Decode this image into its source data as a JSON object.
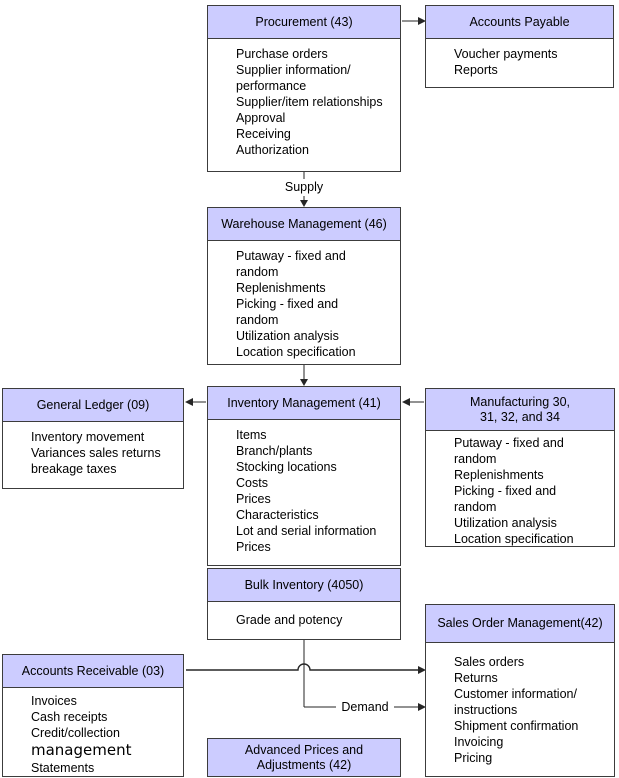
{
  "colors": {
    "background": "#ffffff",
    "text": "#000000",
    "border": "#3c3c3c",
    "line": "#262626",
    "header_fill": "#ccccff"
  },
  "labels": {
    "supply": "Supply",
    "demand": "Demand"
  },
  "boxes": {
    "procurement": {
      "title": "Procurement (43)",
      "items": [
        "Purchase orders",
        "Supplier information/",
        "performance",
        "Supplier/item relationships",
        "Approval",
        "Receiving",
        "Authorization"
      ]
    },
    "accounts_payable": {
      "title": "Accounts Payable",
      "items": [
        "Voucher payments",
        "Reports"
      ]
    },
    "warehouse_management": {
      "title": "Warehouse Management (46)",
      "items": [
        "Putaway - fixed and",
        "random",
        "Replenishments",
        "Picking - fixed and",
        "random",
        "Utilization analysis",
        "Location specification"
      ]
    },
    "general_ledger": {
      "title": "General Ledger (09)",
      "items": [
        "Inventory movement",
        "Variances sales returns",
        "breakage taxes"
      ]
    },
    "inventory_management": {
      "title": "Inventory Management (41)",
      "items": [
        "Items",
        "Branch/plants",
        "Stocking locations",
        "Costs",
        "Prices",
        "Characteristics",
        "Lot and serial information",
        "Prices"
      ]
    },
    "bulk_inventory": {
      "title": "Bulk Inventory (4050)",
      "items": [
        "Grade and potency"
      ]
    },
    "manufacturing": {
      "title": "Manufacturing 30,\n31, 32, and 34",
      "items": [
        "Putaway - fixed and",
        "random",
        "Replenishments",
        "Picking - fixed and",
        "random",
        "Utilization analysis",
        "Location specification"
      ]
    },
    "accounts_receivable": {
      "title": "Accounts Receivable (03)",
      "items": [
        "Invoices",
        "Cash receipts",
        "Credit/collection",
        {
          "text": "management",
          "variant": "alt-font"
        },
        "Statements"
      ]
    },
    "sales_order_management": {
      "title": "Sales Order Management(42)",
      "items": [
        "Sales orders",
        "Returns",
        "Customer information/",
        "instructions",
        "Shipment confirmation",
        "Invoicing",
        "Pricing"
      ]
    },
    "advanced_prices_adjustments": {
      "title": "Advanced Prices and\nAdjustments (42)"
    }
  }
}
